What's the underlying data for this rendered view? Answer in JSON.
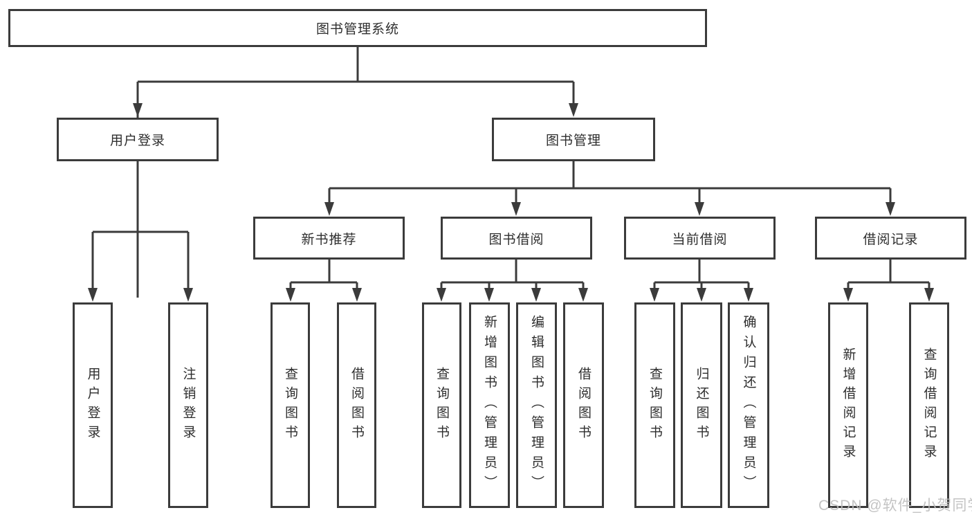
{
  "nodes": {
    "root": "图书管理系统",
    "user_login": "用户登录",
    "book_mgmt": "图书管理",
    "new_book_rec": "新书推荐",
    "book_borrow": "图书借阅",
    "current_borrow": "当前借阅",
    "borrow_records": "借阅记录",
    "ul_login": "用户登录",
    "ul_logout": "注销登录",
    "nb_query": "查询图书",
    "nb_borrow": "借阅图书",
    "bb_query": "查询图书",
    "bb_add": "新增图书（管理员）",
    "bb_edit": "编辑图书（管理员）",
    "bb_borrow": "借阅图书",
    "cb_query": "查询图书",
    "cb_return": "归还图书",
    "cb_confirm": "确认归还（管理员）",
    "br_add": "新增借阅记录",
    "br_query": "查询借阅记录"
  },
  "watermark": "CSDN @软件_小贺同学",
  "colors": {
    "line": "#3b3b3b",
    "text": "#2e2e2e",
    "watermark": "#bdbdbd",
    "background": "#ffffff"
  }
}
